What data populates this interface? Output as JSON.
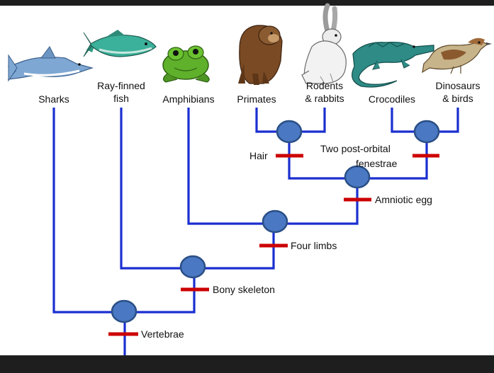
{
  "taxa": [
    {
      "key": "sharks",
      "label_lines": [
        "Sharks"
      ]
    },
    {
      "key": "ray_finned",
      "label_lines": [
        "Ray-finned",
        "fish"
      ]
    },
    {
      "key": "amphibians",
      "label_lines": [
        "Amphibians"
      ]
    },
    {
      "key": "primates",
      "label_lines": [
        "Primates"
      ]
    },
    {
      "key": "rodents",
      "label_lines": [
        "Rodents",
        "& rabbits"
      ]
    },
    {
      "key": "crocodiles",
      "label_lines": [
        "Crocodiles"
      ]
    },
    {
      "key": "dinosaurs",
      "label_lines": [
        "Dinosaurs",
        "& birds"
      ]
    }
  ],
  "traits": {
    "vertebrae": "Vertebrae",
    "bony_skeleton": "Bony skeleton",
    "four_limbs": "Four limbs",
    "amniotic_egg": "Amniotic egg",
    "hair": "Hair",
    "post_orbital_line1": "Two post-orbital",
    "post_orbital_line2": "fenestrae"
  },
  "colors": {
    "branch": "#1a2fd0",
    "node_fill": "#4a78c2",
    "trait_marker": "#cc0000",
    "frame": "#1e1e1e"
  },
  "icons": [
    "shark-icon",
    "tuna-icon",
    "frog-icon",
    "monkey-icon",
    "rabbit-icon",
    "crocodile-icon",
    "sparrow-icon"
  ]
}
